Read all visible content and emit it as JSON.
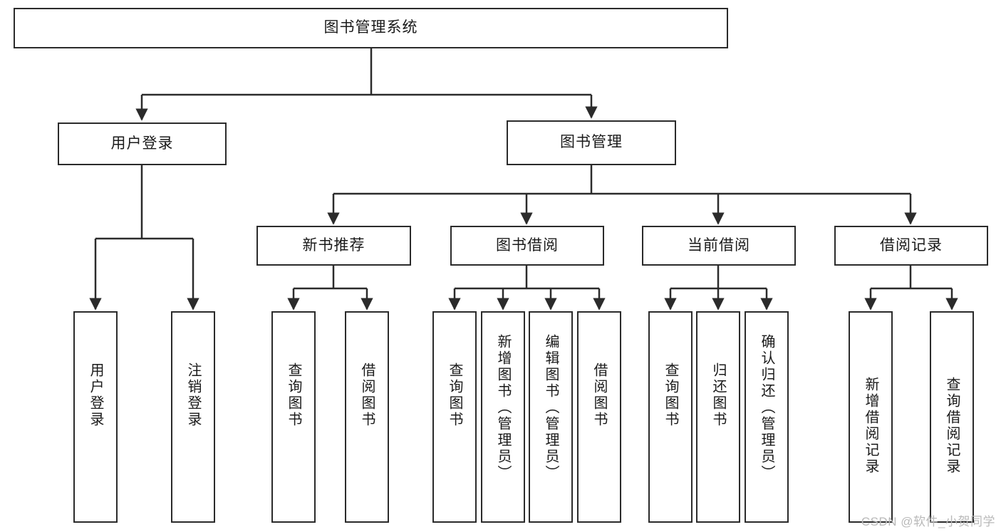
{
  "diagram": {
    "type": "tree-hierarchy",
    "title": "图书管理系统",
    "root": {
      "label": "图书管理系统"
    },
    "level1": [
      {
        "id": "user-login",
        "label": "用户登录"
      },
      {
        "id": "book-manage",
        "label": "图书管理"
      }
    ],
    "level2": [
      {
        "id": "new-book-recommend",
        "label": "新书推荐",
        "parent": "book-manage"
      },
      {
        "id": "book-borrow",
        "label": "图书借阅",
        "parent": "book-manage"
      },
      {
        "id": "current-borrow",
        "label": "当前借阅",
        "parent": "book-manage"
      },
      {
        "id": "borrow-record",
        "label": "借阅记录",
        "parent": "book-manage"
      }
    ],
    "leaves": [
      {
        "id": "leaf-user-login",
        "label": "用户登录",
        "parent": "user-login"
      },
      {
        "id": "leaf-logout",
        "label": "注销登录",
        "parent": "user-login"
      },
      {
        "id": "leaf-query-book-1",
        "label": "查询图书",
        "parent": "new-book-recommend"
      },
      {
        "id": "leaf-borrow-book-1",
        "label": "借阅图书",
        "parent": "new-book-recommend"
      },
      {
        "id": "leaf-query-book-2",
        "label": "查询图书",
        "parent": "book-borrow"
      },
      {
        "id": "leaf-add-book",
        "label": "新增图书（管理员）",
        "parent": "book-borrow"
      },
      {
        "id": "leaf-edit-book",
        "label": "编辑图书（管理员）",
        "parent": "book-borrow"
      },
      {
        "id": "leaf-borrow-book-2",
        "label": "借阅图书",
        "parent": "book-borrow"
      },
      {
        "id": "leaf-query-book-3",
        "label": "查询图书",
        "parent": "current-borrow"
      },
      {
        "id": "leaf-return-book",
        "label": "归还图书",
        "parent": "current-borrow"
      },
      {
        "id": "leaf-confirm-return",
        "label": "确认归还（管理员）",
        "parent": "current-borrow"
      },
      {
        "id": "leaf-add-record",
        "label": "新增借阅记录",
        "parent": "borrow-record"
      },
      {
        "id": "leaf-query-record",
        "label": "查询借阅记录",
        "parent": "borrow-record"
      }
    ],
    "watermark": "CSDN @软件_小贺同学",
    "colors": {
      "stroke": "#2b2b2b",
      "fill": "#ffffff",
      "text": "#1a1a1a",
      "watermark": "#b9b9b9"
    }
  }
}
